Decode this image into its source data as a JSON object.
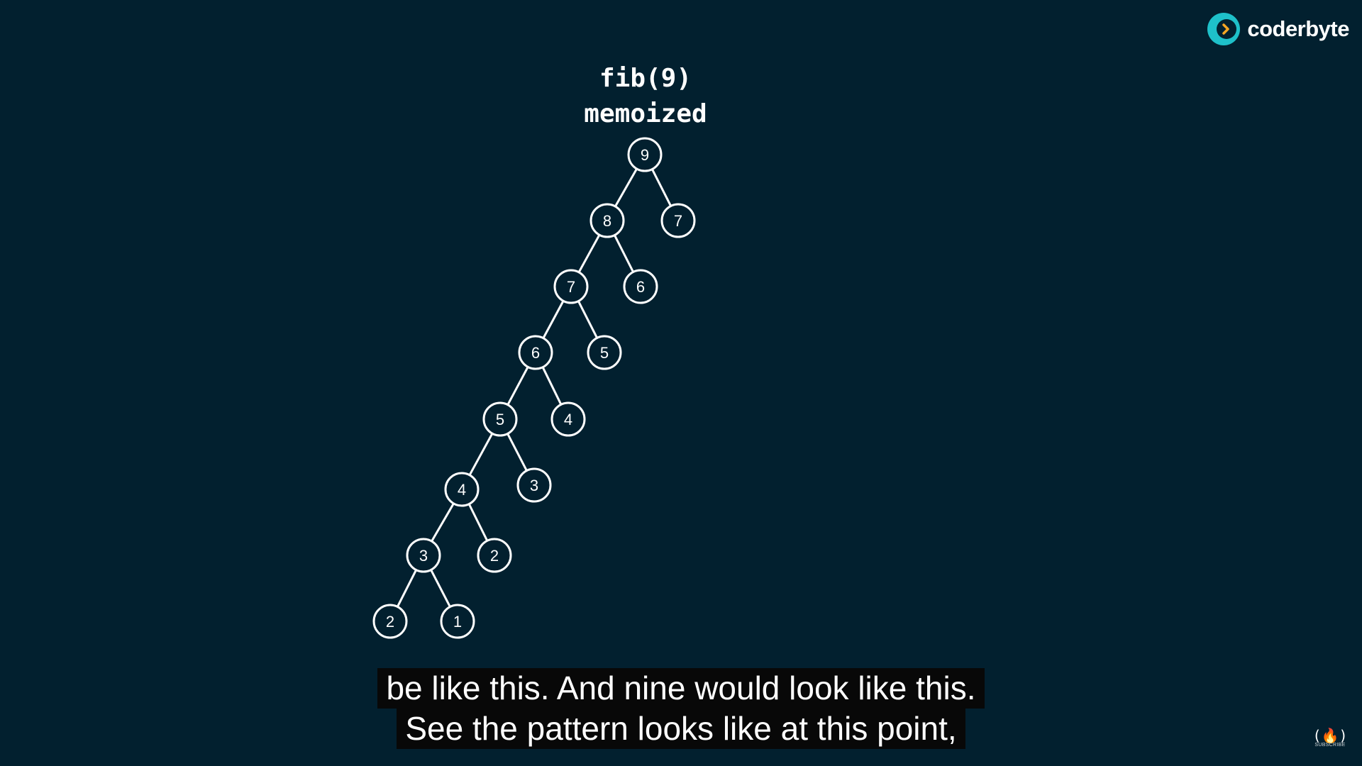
{
  "title": {
    "line1": "fib(9)",
    "line2": "memoized"
  },
  "tree": {
    "nodes": [
      {
        "id": "n9",
        "label": "9",
        "parent": null
      },
      {
        "id": "n8",
        "label": "8",
        "parent": "n9"
      },
      {
        "id": "n7r",
        "label": "7",
        "parent": "n9"
      },
      {
        "id": "n7",
        "label": "7",
        "parent": "n8"
      },
      {
        "id": "n6r",
        "label": "6",
        "parent": "n8"
      },
      {
        "id": "n6",
        "label": "6",
        "parent": "n7"
      },
      {
        "id": "n5r",
        "label": "5",
        "parent": "n7"
      },
      {
        "id": "n5",
        "label": "5",
        "parent": "n6"
      },
      {
        "id": "n4r",
        "label": "4",
        "parent": "n6"
      },
      {
        "id": "n4",
        "label": "4",
        "parent": "n5"
      },
      {
        "id": "n3r",
        "label": "3",
        "parent": "n5"
      },
      {
        "id": "n3",
        "label": "3",
        "parent": "n4"
      },
      {
        "id": "n2r",
        "label": "2",
        "parent": "n4"
      },
      {
        "id": "n2",
        "label": "2",
        "parent": "n3"
      },
      {
        "id": "n1",
        "label": "1",
        "parent": "n3"
      }
    ]
  },
  "logo": {
    "text": "coderbyte"
  },
  "captions": {
    "line1": "be like this. And nine would look like this.",
    "line2": "See the pattern looks like at this point,"
  },
  "fcc_badge": {
    "glyph": "(🔥)",
    "label": "SUBSCRIBE"
  },
  "colors": {
    "background": "#02202f",
    "node_stroke": "#ffffff",
    "text": "#ffffff",
    "logo_accent": "#1ec0c9",
    "logo_arrow": "#f5a623"
  }
}
